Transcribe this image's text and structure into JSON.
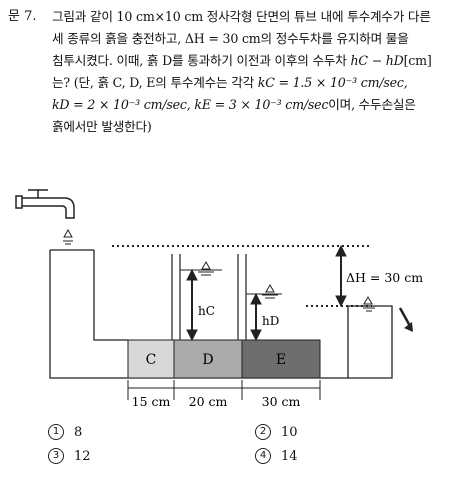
{
  "question": {
    "number": "문 7.",
    "text_line1": "그림과 같이 10 cm×10 cm 정사각형 단면의 튜브 내에 투수계수가 다른",
    "text_line2": "세 종류의 흙을 충전하고, ΔH = 30 cm의 정수두차를 유지하며 물을",
    "text_line3a": "침투시켰다. 이때, 흙 D를 통과하기 이전과 이후의 수두차 ",
    "text_line3_expr": "hC − hD",
    "text_line3_unit": "[cm]",
    "text_line4a": "는? (단, 흙 C, D, E의 투수계수는 각각 ",
    "text_kC": "kC = 1.5 × 10⁻³ cm/sec,",
    "text_kD": "kD = 2 × 10⁻³ cm/sec,",
    "text_kE": "kE = 3 × 10⁻³ cm/sec",
    "text_line5b": "이며, 수두손실은",
    "text_line6": "흙에서만 발생한다)"
  },
  "figure": {
    "soil_c": "C",
    "soil_d": "D",
    "soil_e": "E",
    "delta_h": "ΔH = 30 cm",
    "h_c": "hC",
    "h_d": "hD",
    "dim_c": "15 cm",
    "dim_d": "20 cm",
    "dim_e": "30 cm",
    "colors": {
      "soil_c": "#d8d8d8",
      "soil_d": "#ababab",
      "soil_e": "#6e6e6e"
    }
  },
  "choices": [
    {
      "mark": "1",
      "value": "8"
    },
    {
      "mark": "2",
      "value": "10"
    },
    {
      "mark": "3",
      "value": "12"
    },
    {
      "mark": "4",
      "value": "14"
    }
  ]
}
